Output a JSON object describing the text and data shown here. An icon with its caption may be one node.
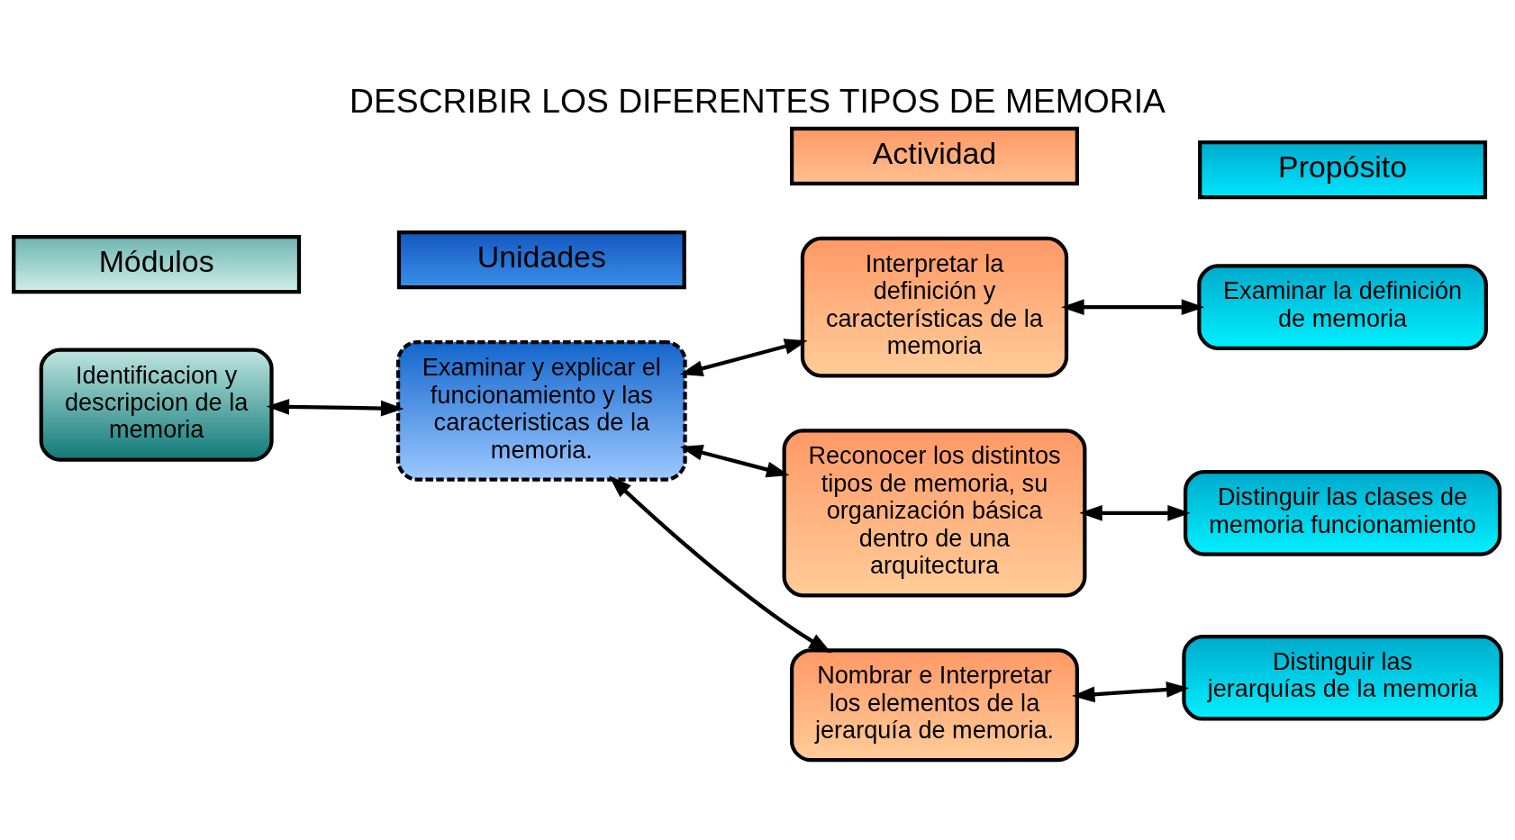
{
  "diagram": {
    "title": "DESCRIBIR LOS DIFERENTES TIPOS DE MEMORIA",
    "nodes": [
      {
        "text": [
          "Módulos"
        ]
      },
      {
        "text": [
          "Unidades"
        ]
      },
      {
        "text": [
          "Actividad"
        ]
      },
      {
        "text": [
          "Propósito"
        ]
      },
      {
        "text": [
          "Interpretar la definición y características de la memoria"
        ]
      },
      {
        "text": [
          "Examinar la definición de memoria"
        ]
      },
      {
        "text": [
          "Identificacion y descripcion de la memoria"
        ]
      },
      {
        "text": [
          "Examinar y explicar el funcionamiento y las caracteristicas de la memoria."
        ]
      },
      {
        "text": [
          "Reconocer los distintos tipos de memoria, su organización básica dentro de una arquitectura"
        ]
      },
      {
        "text": [
          "Distinguir las clases de memoria funcionamiento"
        ]
      },
      {
        "text": [
          "Nombrar e Interpretar los elementos de la jerarquía de memoria."
        ]
      },
      {
        "text": [
          "Distinguir las jerarquías de la memoria"
        ]
      }
    ],
    "edges": [
      {
        "from": 6,
        "to": 7,
        "arrow": "both"
      },
      {
        "from": 7,
        "to": 4,
        "arrow": "both"
      },
      {
        "from": 4,
        "to": 5,
        "arrow": "both"
      },
      {
        "from": 7,
        "to": 8,
        "arrow": "both"
      },
      {
        "from": 8,
        "to": 9,
        "arrow": "both"
      },
      {
        "from": 7,
        "to": 10,
        "arrow": "both"
      },
      {
        "from": 10,
        "to": 11,
        "arrow": "both"
      }
    ]
  }
}
